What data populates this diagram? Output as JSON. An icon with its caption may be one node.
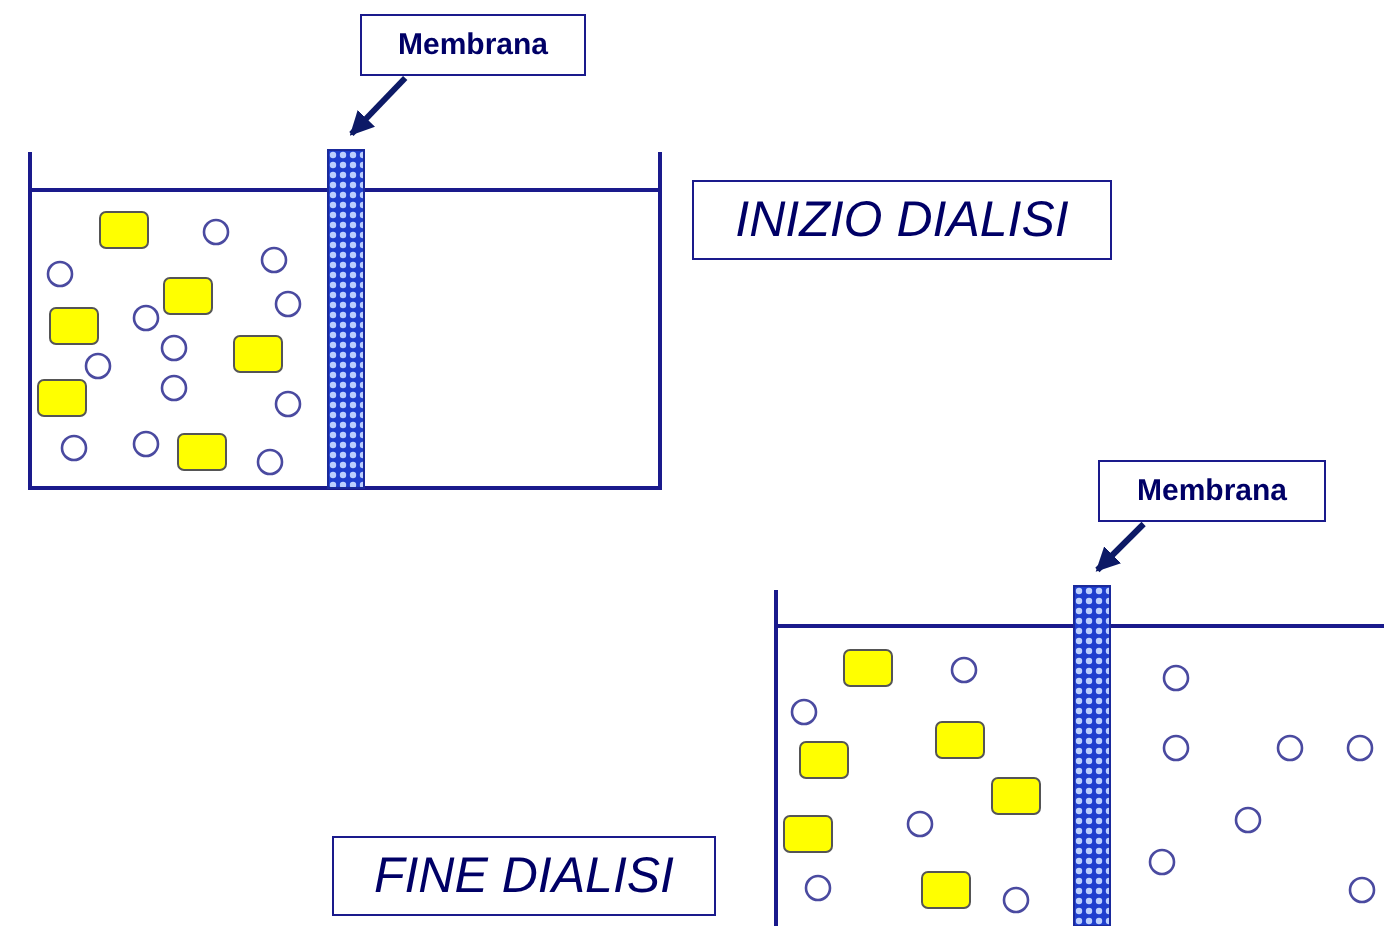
{
  "diagram": {
    "nodes": [
      {
        "text": [
          "Membrana"
        ]
      },
      {
        "text": [],
        "shape": "bar"
      },
      {
        "text": [
          "INIZIO DIALISI"
        ]
      },
      {
        "text": [
          "Membrana"
        ]
      },
      {
        "text": [],
        "shape": "bar"
      },
      {
        "text": [
          "FINE DIALISI"
        ]
      }
    ],
    "edges": [
      {
        "from": 0,
        "to": 1,
        "arrow": "to"
      },
      {
        "from": 3,
        "to": 4,
        "arrow": "to"
      }
    ]
  }
}
